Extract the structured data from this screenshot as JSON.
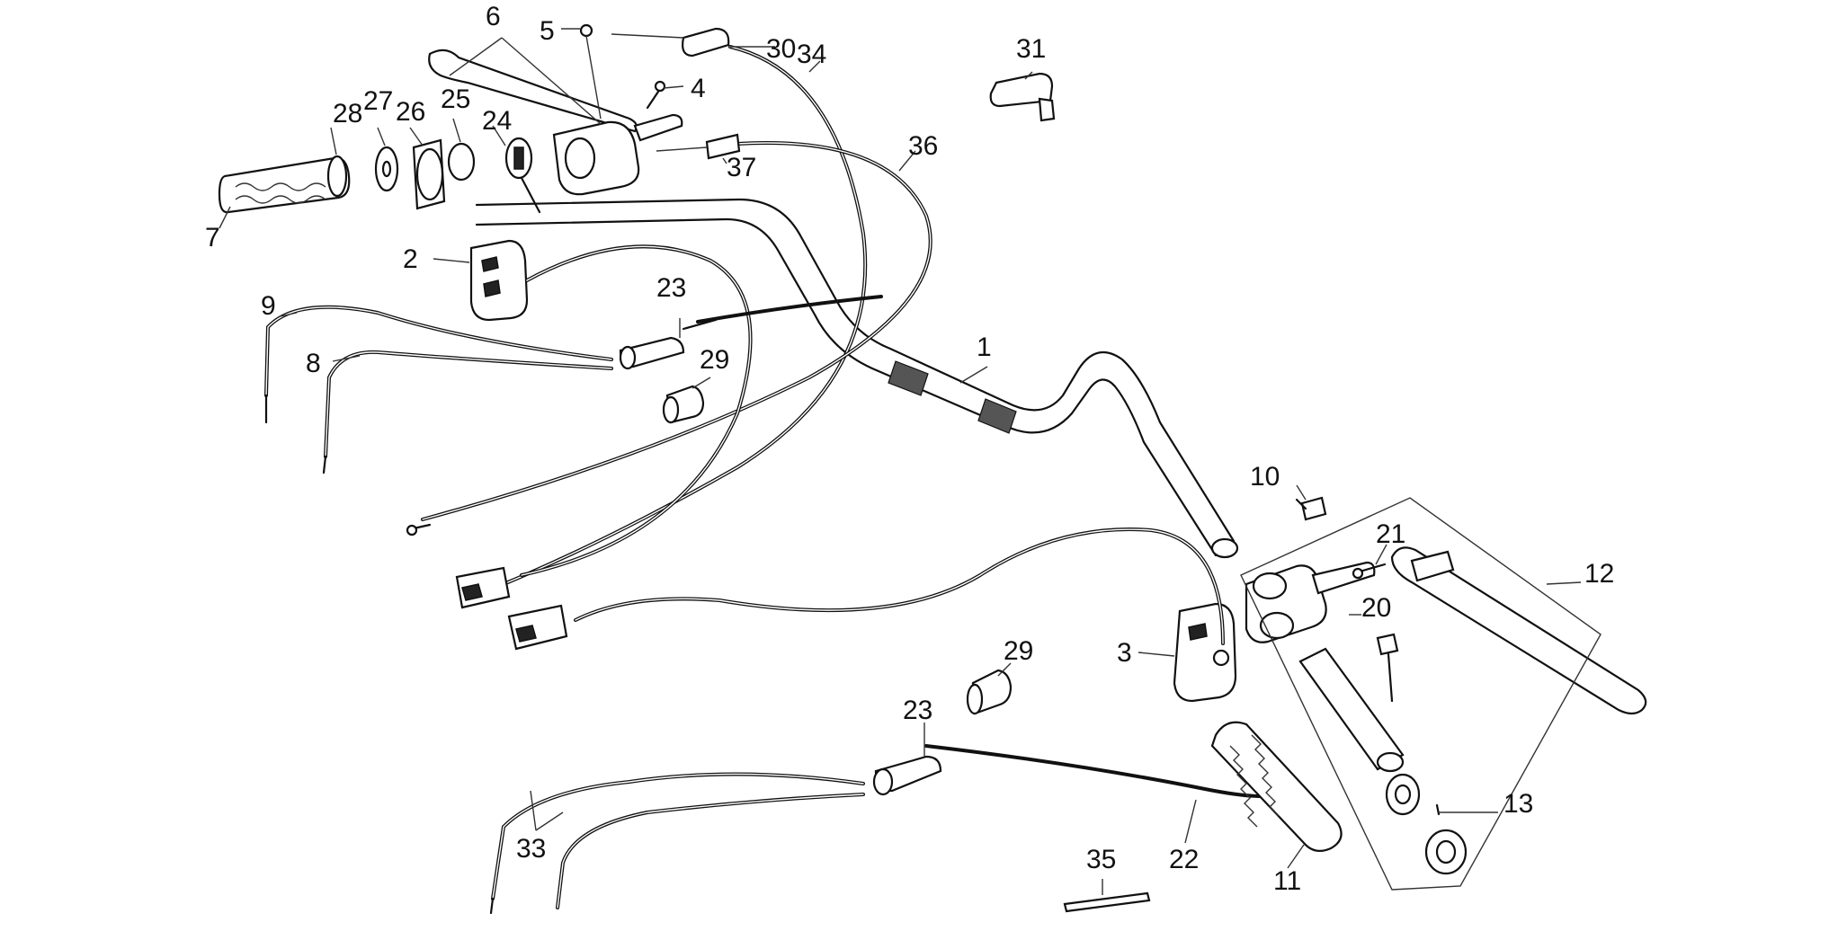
{
  "diagram": {
    "colors": {
      "ink": "#111111",
      "background": "#ffffff"
    },
    "callouts": [
      {
        "id": "c1",
        "label": "1"
      },
      {
        "id": "c2",
        "label": "2"
      },
      {
        "id": "c3",
        "label": "3"
      },
      {
        "id": "c4",
        "label": "4"
      },
      {
        "id": "c5",
        "label": "5"
      },
      {
        "id": "c6",
        "label": "6"
      },
      {
        "id": "c7",
        "label": "7"
      },
      {
        "id": "c8",
        "label": "8"
      },
      {
        "id": "c9",
        "label": "9"
      },
      {
        "id": "c10",
        "label": "10"
      },
      {
        "id": "c11",
        "label": "11"
      },
      {
        "id": "c12",
        "label": "12"
      },
      {
        "id": "c13",
        "label": "13"
      },
      {
        "id": "c20",
        "label": "20"
      },
      {
        "id": "c21",
        "label": "21"
      },
      {
        "id": "c22",
        "label": "22"
      },
      {
        "id": "c23a",
        "label": "23"
      },
      {
        "id": "c23b",
        "label": "23"
      },
      {
        "id": "c24",
        "label": "24"
      },
      {
        "id": "c25",
        "label": "25"
      },
      {
        "id": "c26",
        "label": "26"
      },
      {
        "id": "c27",
        "label": "27"
      },
      {
        "id": "c28",
        "label": "28"
      },
      {
        "id": "c29a",
        "label": "29"
      },
      {
        "id": "c29b",
        "label": "29"
      },
      {
        "id": "c30",
        "label": "30"
      },
      {
        "id": "c31",
        "label": "31"
      },
      {
        "id": "c33",
        "label": "33"
      },
      {
        "id": "c34",
        "label": "34"
      },
      {
        "id": "c35",
        "label": "35"
      },
      {
        "id": "c36",
        "label": "36"
      },
      {
        "id": "c37",
        "label": "37"
      }
    ]
  }
}
